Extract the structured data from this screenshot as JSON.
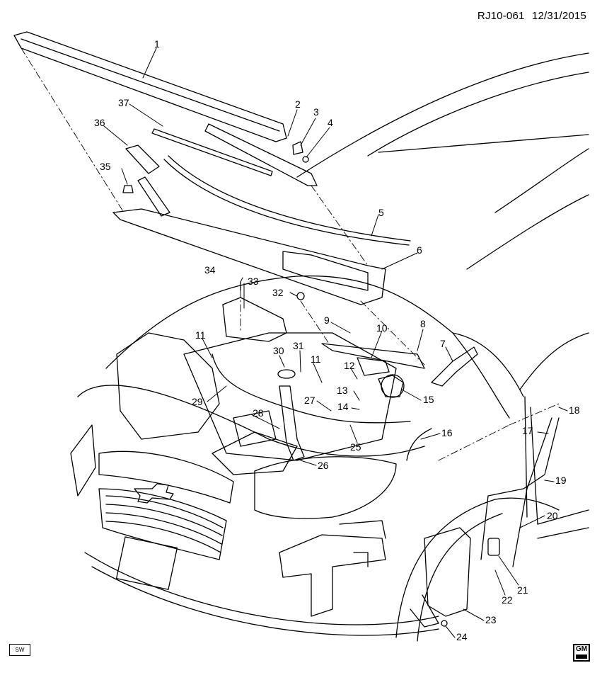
{
  "diagram": {
    "code": "RJ10-061",
    "date": "12/31/2015",
    "sw_badge": "SW",
    "gm_logo": "GM",
    "callouts": [
      "1",
      "2",
      "3",
      "4",
      "5",
      "6",
      "7",
      "8",
      "9",
      "10",
      "11",
      "11",
      "12",
      "13",
      "14",
      "15",
      "16",
      "17",
      "18",
      "19",
      "20",
      "21",
      "22",
      "23",
      "24",
      "25",
      "26",
      "27",
      "28",
      "29",
      "30",
      "31",
      "32",
      "33",
      "34",
      "35",
      "36",
      "37"
    ]
  },
  "colors": {
    "line": "#000000",
    "background": "#ffffff"
  }
}
